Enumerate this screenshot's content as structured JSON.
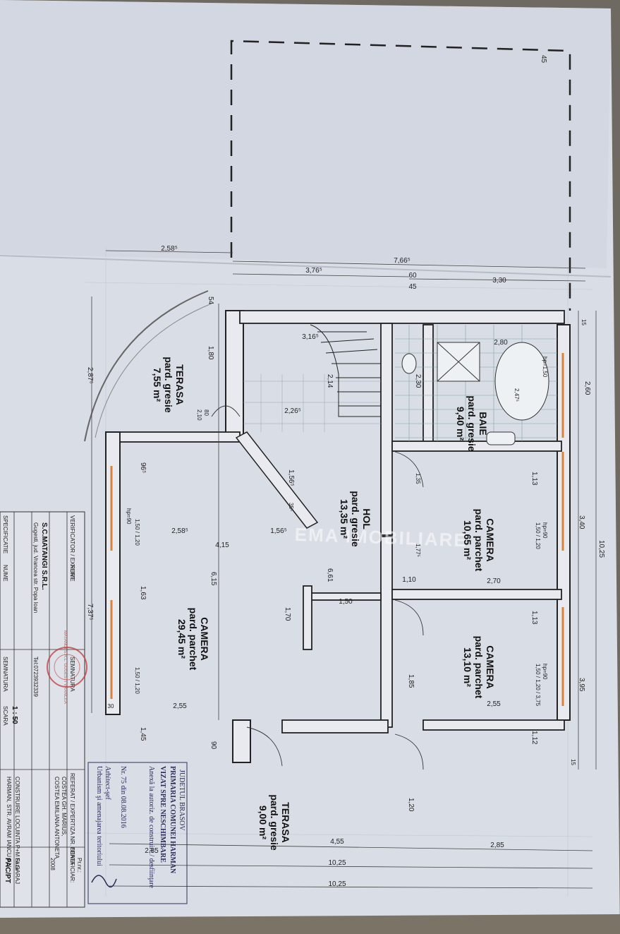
{
  "watermark": "EMA IMOBILIARE",
  "rooms": {
    "baie": {
      "name": "BAIE",
      "floor": "pard. gresie",
      "area": "9,40 m²"
    },
    "hol": {
      "name": "HOL",
      "floor": "pard. gresie",
      "area": "13,35 m²"
    },
    "camera1": {
      "name": "CAMERA",
      "floor": "pard. parchet",
      "area": "10,65 m²"
    },
    "camera2": {
      "name": "CAMERA",
      "floor": "pard. parchet",
      "area": "13,10 m²"
    },
    "camera3": {
      "name": "CAMERA",
      "floor": "pard. parchet",
      "area": "29,45 m²"
    },
    "terasa1": {
      "name": "TERASA",
      "floor": "pard. gresie",
      "area": "7,55 m²"
    },
    "terasa2": {
      "name": "TERASA",
      "floor": "pard. gresie",
      "area": "9,00 m²"
    }
  },
  "dimensions": {
    "top_45": "45",
    "d_2585": "2,58⁵",
    "d_7665": "7,66⁵",
    "d_3765": "3,76⁵",
    "d_60": "60",
    "d_45b": "45",
    "d_330": "3,30",
    "d_15a": "15",
    "d_260": "2,60",
    "d_340": "3,40",
    "d_1025a": "10,25",
    "d_395": "3,95",
    "d_15b": "15",
    "d_54": "54",
    "d_180": "1,80",
    "d_3165": "3,16⁵",
    "d_2875": "2,87⁵",
    "d_2265": "2,26⁵",
    "d_214": "2,14",
    "d_80": "80",
    "d_210": "2,10",
    "d_230": "2,30",
    "d_2475": "2,47⁵",
    "d_280": "2,80",
    "d_1565": "1,56⁵",
    "d_1565b": "1,56⁵",
    "d_355": "35⁵",
    "d_965": "96⁵",
    "d_415": "4,15",
    "d_615": "6,15",
    "d_661": "6,61",
    "d_2585b": "2,58⁵",
    "d_7375": "7,37⁵",
    "d_163": "1,63",
    "d_170": "1,70",
    "d_150": "1,50",
    "d_110": "1,10",
    "d_270": "2,70",
    "d_113a": "1,13",
    "d_113b": "1,13",
    "d_185": "1,85",
    "d_255a": "2,55",
    "d_255b": "2,55",
    "d_145": "1,45",
    "d_112": "1,12",
    "d_120": "1,20",
    "d_90": "90",
    "d_455": "4,55",
    "d_285a": "2,85",
    "d_285b": "2,85",
    "d_1025b": "10,25",
    "d_1025c": "10,25",
    "d_1775": "1,77⁵",
    "d_135": "1,35",
    "d_30": "30",
    "hp1": "hp=1,50",
    "hp2": "hp=90",
    "hp3": "hp=90",
    "hp4": "hp=90",
    "win1": "1,50 / 1,20",
    "win2": "1,50 / 1,20",
    "win3": "1,50 / 1,20",
    "win4": "1,50 / 1,20 / 3,75"
  },
  "title_block": {
    "verificator": "VERIFICATOR / EXPERT",
    "nume": "NUME",
    "semnatura": "SEMNATURA",
    "referat": "REFERAT / EXPERTIZA NR. / DATA",
    "company": "S.C.MATANGI S.R.L.",
    "address": "Gugesti, jud. Vrancea str. Popa Ioan",
    "tel": "Tel:0723932339",
    "specificatie": "SPECIFICATIE",
    "nume2": "NUME",
    "semnatura2": "SEMNATURA",
    "scara_label": "SCARA",
    "scara": "1 : 50",
    "beneficiar_label": "BENEFICIAR:",
    "beneficiar1": "COSTEA GH. MARIUS,",
    "beneficiar2": "COSTEA EMILIANA ANTONETA",
    "project1": "CONSTRUIRE LOCUINTA P+M SI GARAJ",
    "project2": "HARMAN, STR. AVRAM IANCU F.N.",
    "proiect_nr_label": "Pr.nr.:",
    "year": "2008",
    "faza_label": "Faza",
    "faza": "PAC/PT"
  },
  "approval_stamp": {
    "judet": "JUDETUL BRASOV",
    "primaria": "PRIMARIA COMUNEI HARMAN",
    "vizat": "VIZAT SPRE NESCHIMBARE",
    "anexa": "Anexă la autoriz. de construire / desfiinţare",
    "nr": "Nr. 75 din 08.08.2016",
    "arhitect": "Arhitect-şef",
    "urbanism": "Urbanism şi amenajarea teritoriului"
  },
  "company_stamp": "MATANGI S.R.L. GUGESTI VRANCEA"
}
